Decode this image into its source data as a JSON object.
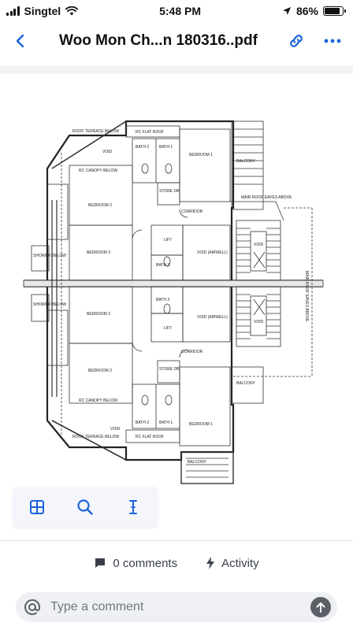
{
  "status_bar": {
    "carrier": "Singtel",
    "time": "5:48 PM",
    "battery": "86%",
    "battery_level": 0.86
  },
  "nav": {
    "title": "Woo Mon Ch...n 180316..pdf"
  },
  "icons": {
    "back": "chevron-left-icon",
    "link": "link-icon",
    "more": "more-icon",
    "grid": "grid-icon",
    "search": "search-icon",
    "text_cursor": "text-cursor-icon",
    "comment": "comment-icon",
    "activity": "lightning-icon",
    "mention": "at-icon",
    "send": "send-arrow-icon"
  },
  "colors": {
    "accent": "#1a63d8",
    "text": "#111111",
    "muted": "#3a3f4a"
  },
  "plan_labels": {
    "roof_terrace_top": "ROOF TERRACE BELOW",
    "rc_flat_roof_top": "RC FLAT ROOF",
    "bath2_top": "BATH 2",
    "bath1_top": "BATH 1",
    "bedroom1_top": "BEDROOM 1",
    "balcony_top": "BALCONY",
    "void_top": "VOID",
    "rc_canopy_top": "RC CANOPY BELOW",
    "main_roof_eaves_top": "MAIN ROOF EAVES ABOVE",
    "bedroom2_top": "BEDROOM 2",
    "store_top": "STORE DB",
    "corridor_top": "CORRIDOR",
    "lift_top": "LIFT",
    "void_airwell_top": "VOID (AIRWELL)",
    "void_stair_top": "VOID",
    "shower_top": "SHOWER BELOW",
    "bedroom3_top": "BEDROOM 3",
    "bath3_top": "BATH 3",
    "bedroom3_bottom": "BEDROOM 3",
    "bath3_bottom": "BATH 3",
    "void_airwell_bottom": "VOID (AIRWELL)",
    "void_stair_bottom": "VOID",
    "main_roof_eaves_side": "MAIN ROOF EAVES ABOVE",
    "shower_bottom": "SHOWER BELOW",
    "lift_bottom": "LIFT",
    "corridor_bottom": "CORRIDOR",
    "bedroom2_bottom": "BEDROOM 2",
    "store_bottom": "STORE DB",
    "balcony_bottom": "BALCONY",
    "rc_canopy_bottom": "RC CANOPY BELOW",
    "bath2_bottom": "BATH 2",
    "bath1_bottom": "BATH 1",
    "bedroom1_bottom": "BEDROOM 1",
    "void_bottom": "VOID",
    "roof_terrace_bottom": "ROOF TERRACE BELOW",
    "rc_flat_roof_bottom": "RC FLAT ROOF",
    "balcony_bottom2": "BALCONY"
  },
  "meta": {
    "comments": "0 comments",
    "activity": "Activity"
  },
  "comment": {
    "placeholder": "Type a comment"
  }
}
